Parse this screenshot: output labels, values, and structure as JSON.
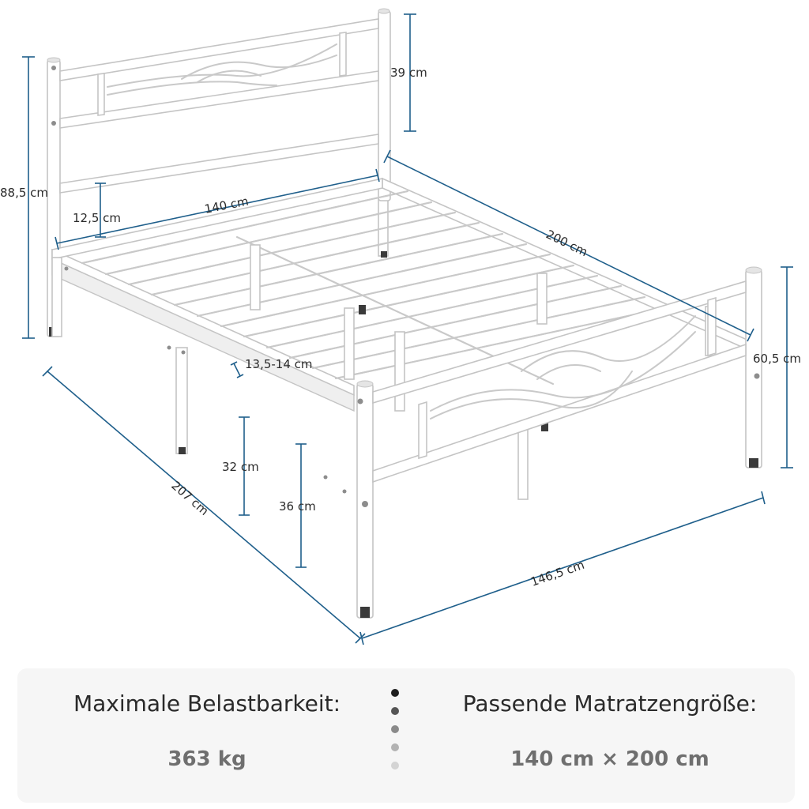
{
  "dimensions": {
    "total_height": "88,5 cm",
    "headboard_panel_height": "39 cm",
    "underbed_clearance_top": "12,5 cm",
    "inner_width": "140 cm",
    "inner_length": "200 cm",
    "slat_spacing": "13,5-14 cm",
    "footboard_height": "60,5 cm",
    "floor_clearance": "32 cm",
    "leg_height": "36 cm",
    "total_length": "207 cm",
    "total_width": "146,5 cm"
  },
  "info": {
    "left_label": "Maximale Belastbarkeit:",
    "left_value": "363 kg",
    "right_label": "Passende Matratzengröße:",
    "right_value": "140 cm × 200 cm"
  },
  "colors": {
    "dimension_line": "#1f5f8b",
    "frame_outline": "#c9c9c9",
    "panel_background": "#f6f6f6"
  }
}
